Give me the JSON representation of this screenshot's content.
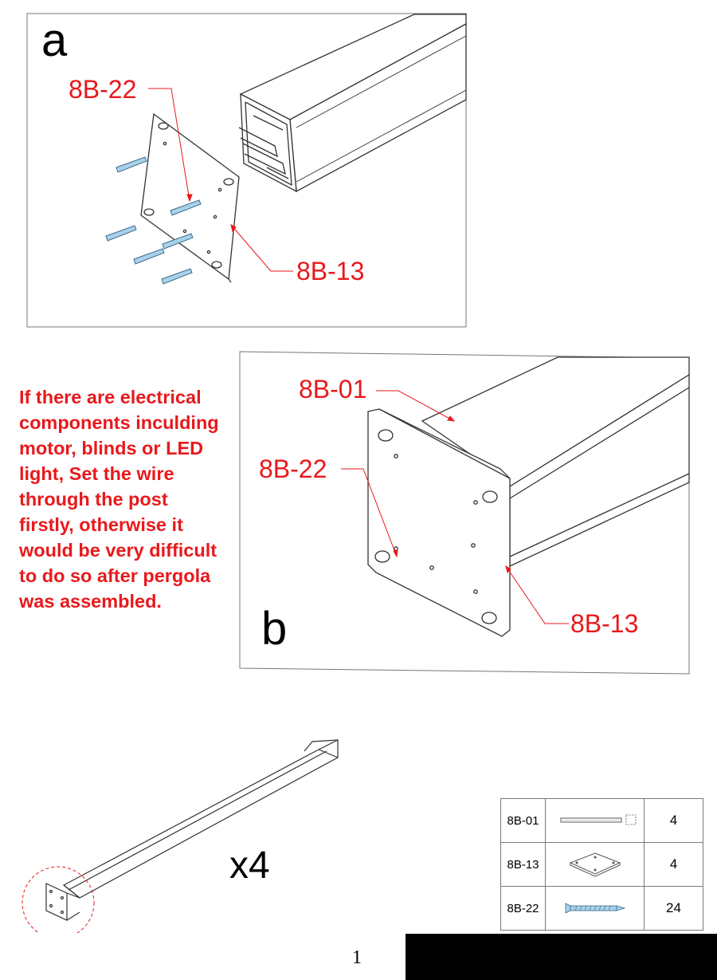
{
  "panel_a": {
    "step": "a",
    "callouts": {
      "screw": "8B-22",
      "plate": "8B-13"
    }
  },
  "panel_b": {
    "step": "b",
    "callouts": {
      "post": "8B-01",
      "screw": "8B-22",
      "plate": "8B-13"
    }
  },
  "note": {
    "lines": [
      "If there are electrical",
      "components inculding",
      "motor, blinds or LED",
      "light, Set the wire",
      "through the post",
      "firstly, otherwise it",
      "would be very difficult",
      "to do so after pergola",
      "was assembled."
    ]
  },
  "assembly": {
    "multiplier": "x4"
  },
  "parts_table": {
    "rows": [
      {
        "code": "8B-01",
        "icon": "post-profile-icon",
        "qty": "4"
      },
      {
        "code": "8B-13",
        "icon": "base-plate-icon",
        "qty": "4"
      },
      {
        "code": "8B-22",
        "icon": "screw-icon",
        "qty": "24"
      }
    ]
  },
  "colors": {
    "accent_red": "#e8191c",
    "screw_blue": "#a9d1ea",
    "line": "#333333"
  },
  "footer": {
    "page_number": "1"
  }
}
